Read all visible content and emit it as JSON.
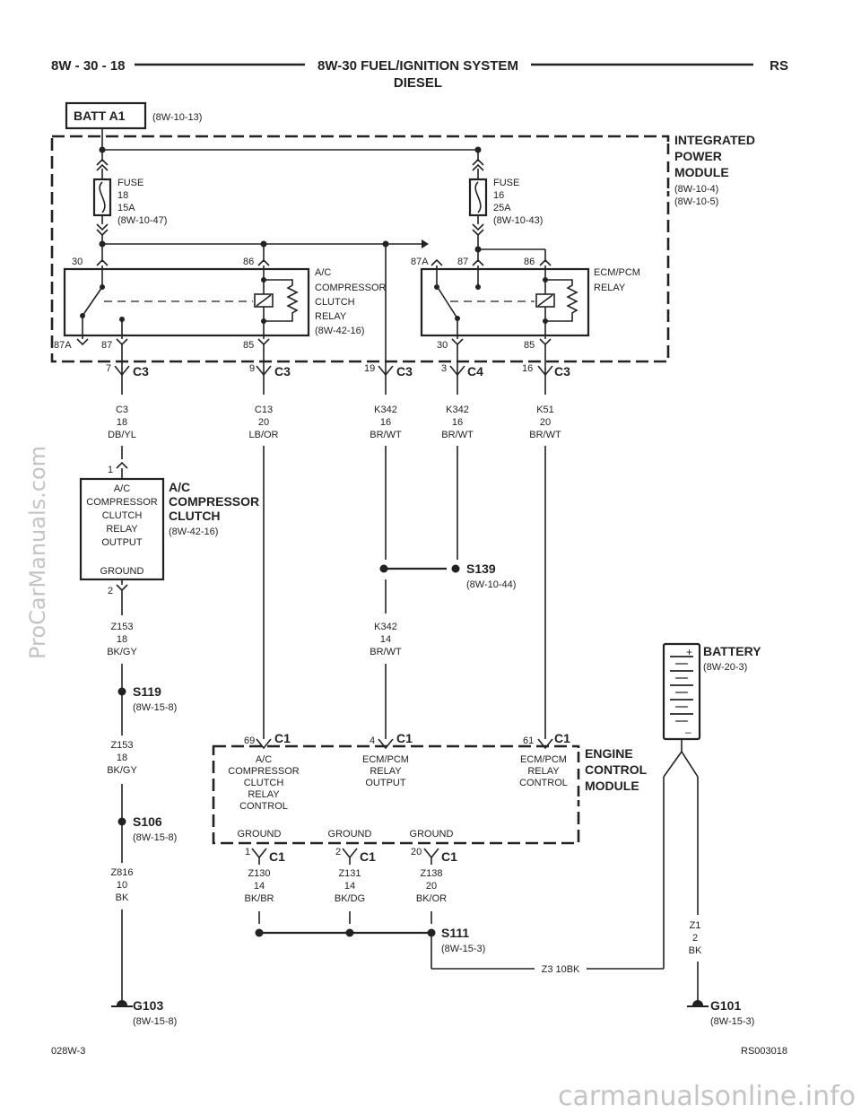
{
  "header": {
    "page_ref": "8W - 30 - 18",
    "title": "8W-30 FUEL/IGNITION SYSTEM",
    "subtitle": "DIESEL",
    "model": "RS"
  },
  "footer": {
    "left": "028W-3",
    "right": "RS003018"
  },
  "watermarks": {
    "side": "ProCarManuals.com",
    "bottom": "carmanualsonline.info"
  },
  "batt": {
    "label": "BATT A1",
    "ref": "(8W-10-13)"
  },
  "ipm": {
    "name1": "INTEGRATED",
    "name2": "POWER",
    "name3": "MODULE",
    "ref1": "(8W-10-4)",
    "ref2": "(8W-10-5)"
  },
  "fuse18": {
    "l1": "FUSE",
    "l2": "18",
    "l3": "15A",
    "l4": "(8W-10-47)"
  },
  "fuse16": {
    "l1": "FUSE",
    "l2": "16",
    "l3": "25A",
    "l4": "(8W-10-43)"
  },
  "relay1": {
    "l1": "A/C",
    "l2": "COMPRESSOR",
    "l3": "CLUTCH",
    "l4": "RELAY",
    "l5": "(8W-42-16)",
    "pin30": "30",
    "pin86": "86",
    "pin87a": "87A",
    "pin87": "87",
    "pin85": "85"
  },
  "relay2": {
    "l1": "ECM/PCM",
    "l2": "RELAY",
    "pin87a": "87A",
    "pin87": "87",
    "pin86": "86",
    "pin30": "30",
    "pin85": "85"
  },
  "conns": {
    "c1": {
      "pin": "7",
      "name": "C3"
    },
    "c2": {
      "pin": "9",
      "name": "C3"
    },
    "c3": {
      "pin": "19",
      "name": "C3"
    },
    "c4": {
      "pin": "3",
      "name": "C4"
    },
    "c5": {
      "pin": "16",
      "name": "C3"
    }
  },
  "wires": {
    "w1": {
      "circuit": "C3",
      "gauge": "18",
      "color": "DB/YL"
    },
    "w2": {
      "circuit": "C13",
      "gauge": "20",
      "color": "LB/OR"
    },
    "w3": {
      "circuit": "K342",
      "gauge": "16",
      "color": "BR/WT"
    },
    "w4": {
      "circuit": "K342",
      "gauge": "16",
      "color": "BR/WT"
    },
    "w5": {
      "circuit": "K51",
      "gauge": "20",
      "color": "BR/WT"
    },
    "w6": {
      "circuit": "K342",
      "gauge": "14",
      "color": "BR/WT"
    },
    "w7": {
      "circuit": "Z153",
      "gauge": "18",
      "color": "BK/GY"
    },
    "w8": {
      "circuit": "Z153",
      "gauge": "18",
      "color": "BK/GY"
    },
    "w9": {
      "circuit": "Z816",
      "gauge": "10",
      "color": "BK"
    },
    "w10": {
      "circuit": "Z130",
      "gauge": "14",
      "color": "BK/BR"
    },
    "w11": {
      "circuit": "Z131",
      "gauge": "14",
      "color": "BK/DG"
    },
    "w12": {
      "circuit": "Z138",
      "gauge": "20",
      "color": "BK/OR"
    },
    "w13": {
      "circuit": "Z1",
      "gauge": "2",
      "color": "BK"
    },
    "z3": "Z3  10BK"
  },
  "acclutch": {
    "pin1": "1",
    "pin2": "2",
    "in1": "A/C",
    "in2": "COMPRESSOR",
    "in3": "CLUTCH",
    "in4": "RELAY",
    "in5": "OUTPUT",
    "in6": "GROUND",
    "name1": "A/C",
    "name2": "COMPRESSOR",
    "name3": "CLUTCH",
    "ref": "(8W-42-16)"
  },
  "splices": {
    "s139": {
      "name": "S139",
      "ref": "(8W-10-44)"
    },
    "s119": {
      "name": "S119",
      "ref": "(8W-15-8)"
    },
    "s106": {
      "name": "S106",
      "ref": "(8W-15-8)"
    },
    "s111": {
      "name": "S111",
      "ref": "(8W-15-3)"
    }
  },
  "battery": {
    "name": "BATTERY",
    "ref": "(8W-20-3)"
  },
  "ecm": {
    "name1": "ENGINE",
    "name2": "CONTROL",
    "name3": "MODULE",
    "p69": "69",
    "c69": "C1",
    "p4": "4",
    "c4": "C1",
    "p61": "61",
    "c61": "C1",
    "a1": "A/C",
    "a2": "COMPRESSOR",
    "a3": "CLUTCH",
    "a4": "RELAY",
    "a5": "CONTROL",
    "b1": "ECM/PCM",
    "b2": "RELAY",
    "b3": "OUTPUT",
    "d1": "ECM/PCM",
    "d2": "RELAY",
    "d3": "CONTROL",
    "g1": "GROUND",
    "g2": "GROUND",
    "g3": "GROUND",
    "gp1": "1",
    "gc1": "C1",
    "gp2": "2",
    "gc2": "C1",
    "gp3": "20",
    "gc3": "C1"
  },
  "grounds": {
    "g103": {
      "name": "G103",
      "ref": "(8W-15-8)"
    },
    "g101": {
      "name": "G101",
      "ref": "(8W-15-3)"
    }
  }
}
